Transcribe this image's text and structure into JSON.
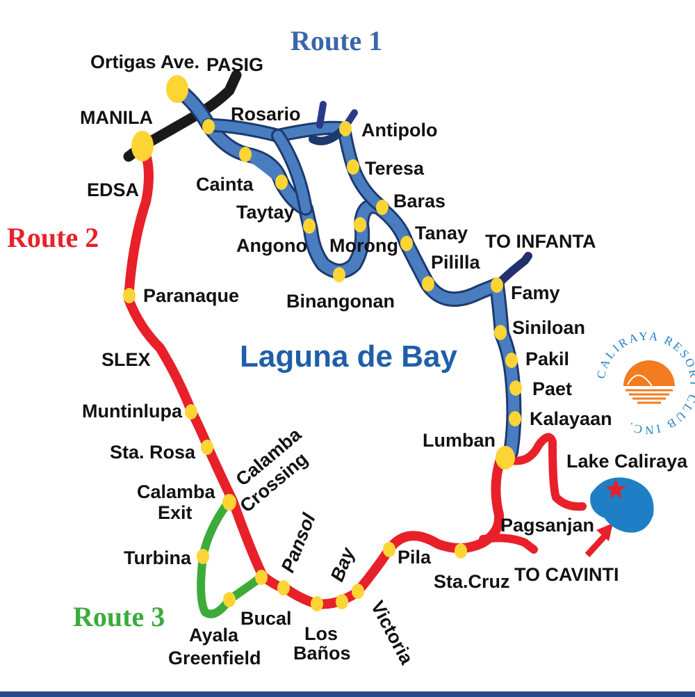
{
  "routes": {
    "route1": {
      "label": "Route 1",
      "color": "#3a67a8"
    },
    "route2": {
      "label": "Route 2",
      "color": "#e8202a"
    },
    "route3": {
      "label": "Route 3",
      "color": "#3cab3a"
    }
  },
  "lake_label": "Laguna de Bay",
  "lake_color": "#1f5fa8",
  "station_color": "#fcd535",
  "other_line_color": "#1a1a1a",
  "places": {
    "ortigas": "Ortigas Ave.",
    "pasig": "PASIG",
    "manila": "MANILA",
    "rosario": "Rosario",
    "antipolo": "Antipolo",
    "cainta": "Cainta",
    "teresa": "Teresa",
    "edsa": "EDSA",
    "taytay": "Taytay",
    "baras": "Baras",
    "angono": "Angono",
    "morong": "Morong",
    "tanay": "Tanay",
    "to_infanta": "TO INFANTA",
    "pililla": "Pililla",
    "paranaque": "Paranaque",
    "binangonan": "Binangonan",
    "famy": "Famy",
    "siniloan": "Siniloan",
    "pakil": "Pakil",
    "slex": "SLEX",
    "paet": "Paet",
    "muntinlupa": "Muntinlupa",
    "kalayaan": "Kalayaan",
    "lumban": "Lumban",
    "sta_rosa": "Sta. Rosa",
    "lake_caliraya": "Lake Caliraya",
    "calamba_crossing_1": "Calamba",
    "calamba_crossing_2": "Crossing",
    "calamba_exit_1": "Calamba",
    "calamba_exit_2": "Exit",
    "pagsanjan": "Pagsanjan",
    "pansol": "Pansol",
    "bay": "Bay",
    "turbina": "Turbina",
    "pila": "Pila",
    "sta_cruz": "Sta.Cruz",
    "to_cavinti": "TO CAVINTI",
    "victoria": "Victoria",
    "bucal": "Bucal",
    "ayala_1": "Ayala",
    "ayala_2": "Greenfield",
    "los_banos_1": "Los",
    "los_banos_2": "Baños"
  },
  "logo": {
    "text": "CALIRAYA RESORT CLUB INC.",
    "sun_color": "#f47b20"
  }
}
